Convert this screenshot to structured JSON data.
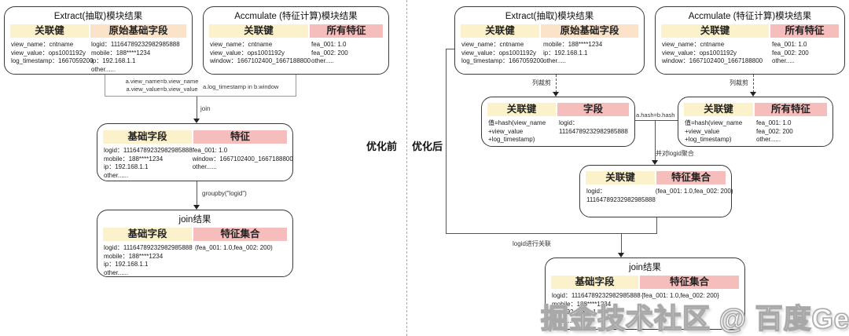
{
  "divider": {
    "before_label": "优化前",
    "after_label": "优化后"
  },
  "watermark": "掘金技术社区 @ 百度Geek说",
  "colors": {
    "yellow": "#FBF1CB",
    "orange": "#FAE3C8",
    "pink": "#F5BDBB"
  },
  "labels_left": {
    "cond_a": "a.view_name=b.view_name",
    "cond_b": "a.view_value=b.view_value",
    "cond_c": "a.log_timestamp in b.window",
    "join": "join",
    "groupby": "groupby(\"logid\")"
  },
  "labels_right": {
    "prune1": "列裁剪",
    "prune2": "列裁剪",
    "hash_eq": "a.hash=b.hash",
    "agg": "并对logid聚合",
    "join_by_logid": "logid进行关联"
  },
  "boxes": {
    "extract_l": {
      "title": "Extract(抽取)模块结果",
      "h1": "关联健",
      "h2": "原始基础字段",
      "c1": [
        "view_name：cntname",
        "view_value：ops1001192y",
        "log_timestamp：1667059200"
      ],
      "c2": [
        "logid：11164789232982985888",
        "mobile：188****1234",
        "ip：192.168.1.1",
        "other......"
      ]
    },
    "accum_l": {
      "title": "Accmulate (特征计算)模块结果",
      "h1": "关联键",
      "h2": "所有特征",
      "c1": [
        "view_name：cntname",
        "view_value：ops1001192y",
        "window：1667102400_1667188800"
      ],
      "c2": [
        "fea_001: 1.0",
        "fea_002: 200",
        "other....."
      ]
    },
    "mid_l": {
      "h1": "基础字段",
      "h2": "特征",
      "c1": [
        "logid：11164789232982985888",
        "mobile：188****1234",
        "ip：192.168.1.1",
        "other......"
      ],
      "c2": [
        "fea_001: 1.0",
        "window：1667102400_1667188800",
        "other......"
      ]
    },
    "join_l": {
      "title": "join结果",
      "h1": "基础字段",
      "h2": "特征集合",
      "c1": [
        "logid：11164789232982985888",
        "mobile：188****1234",
        "ip：192.168.1.1",
        "other......"
      ],
      "c2": [
        "(fea_001: 1.0,fea_002: 200)"
      ]
    },
    "extract_r": {
      "title": "Extract(抽取)模块结果",
      "h1": "关联健",
      "h2": "原始基础字段",
      "c1": [
        "view_name：cntname",
        "view_value：ops1001192y",
        "log_timestamp：1667059200"
      ],
      "c2": [
        "mobile：188****1234",
        "ip：192.168.1.1",
        "other....."
      ]
    },
    "accum_r": {
      "title": "Accmulate (特征计算)模块结果",
      "h1": "关联键",
      "h2": "所有特征",
      "c1": [
        "view_name：cntname",
        "view_value：ops1001192y",
        "window：1667102400_1667188800"
      ],
      "c2": [
        "fea_001: 1.0",
        "fea_002: 200",
        "other....."
      ]
    },
    "hash_l": {
      "h1": "关联键",
      "h2": "字段",
      "c1": [
        "值=hash(view_name",
        "+view_value",
        "+log_timestamp)"
      ],
      "c2": [
        "logid：",
        "11164789232982985888"
      ]
    },
    "hash_r": {
      "h1": "关联键",
      "h2": "所有特征",
      "c1": [
        "值=hash(view_name",
        "+view_value",
        "+log_timestamp)"
      ],
      "c2": [
        "fea_001: 1.0",
        "fea_002: 200",
        "other......"
      ]
    },
    "agg_r": {
      "h1": "关联键",
      "h2": "特征集合",
      "c1": [
        "logid：",
        "11164789232982985888"
      ],
      "c2": [
        "(fea_001: 1.0,fea_002: 200)"
      ]
    },
    "join_r": {
      "title": "join结果",
      "h1": "基础字段",
      "h2": "特征集合",
      "c1": [
        "logid：11164789232982985888",
        "mobile：188****1234",
        "ip：192.168.1.1",
        "other......"
      ],
      "c2": [
        "{fea_001: 1.0,fea_002: 200}"
      ]
    }
  }
}
